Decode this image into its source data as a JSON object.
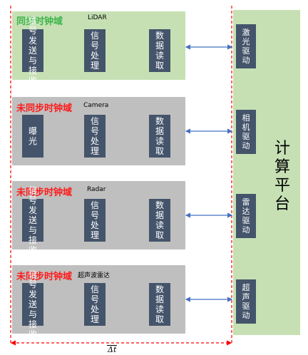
{
  "domains": [
    {
      "title": "同步时钟域",
      "sensor": "LiDAR",
      "synced": true,
      "boxes": [
        "信号发送与接收",
        "信号处理",
        "数据读取"
      ]
    },
    {
      "title": "未同步时钟域",
      "sensor": "Camera",
      "synced": false,
      "boxes": [
        "曝光",
        "信号处理",
        "数据读取"
      ]
    },
    {
      "title": "未同步时钟域",
      "sensor": "Radar",
      "synced": false,
      "boxes": [
        "信号发送与接收",
        "信号处理",
        "数据读取"
      ]
    },
    {
      "title": "未同步时钟域",
      "sensor": "超声波雷达",
      "synced": false,
      "boxes": [
        "信号发送与接收",
        "信号处理",
        "数据读取"
      ]
    }
  ],
  "platform": {
    "title": "计算平台",
    "drivers": [
      "激光驱动",
      "相机驱动",
      "雷达驱动",
      "超声驱动"
    ]
  },
  "time_axis_label": "Δt",
  "colors": {
    "synced_panel": "#c6e0b4",
    "unsynced_panel": "#bfbfbf",
    "box": "#44546a",
    "arrow": "#4472c4",
    "dashed_line": "#ff0000",
    "synced_title": "#3bb54a",
    "unsynced_title": "#ff1a1a"
  }
}
